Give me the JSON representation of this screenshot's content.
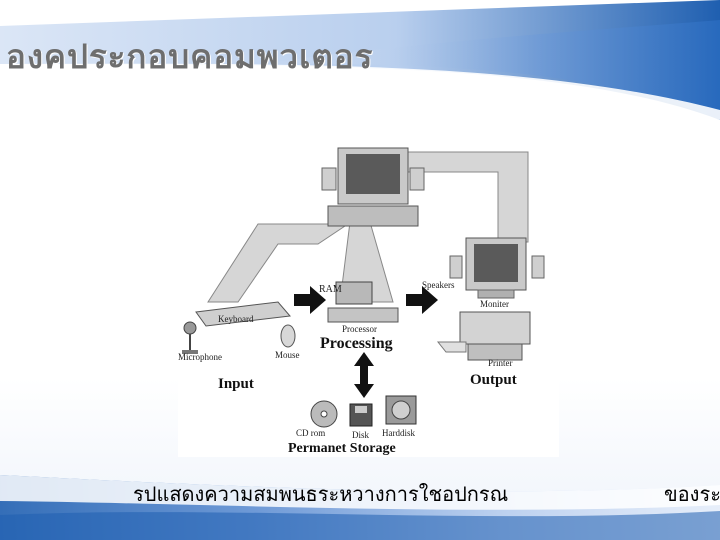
{
  "slide": {
    "title": "องคประกอบคอมพวเตอร",
    "caption": "รปแสดงความสมพนธระหวางการใชอปกรณ",
    "caption_tail": "ของระ",
    "theme_colors": {
      "band_dark": "#1f5fb0",
      "band_mid": "#6d9ad8",
      "band_light": "#dbe6f6"
    }
  },
  "diagram": {
    "labels": {
      "ram": "RAM",
      "speakers": "Speakers",
      "keyboard": "Keyboard",
      "processor": "Processor",
      "processing": "Processing",
      "moniter": "Moniter",
      "microphone": "Microphone",
      "mouse": "Mouse",
      "printer": "Printer",
      "input": "Input",
      "output": "Output",
      "cd_rom": "CD rom",
      "disk": "Disk",
      "harddisk": "Harddisk",
      "permanet_storage": "Permanet Storage"
    }
  }
}
